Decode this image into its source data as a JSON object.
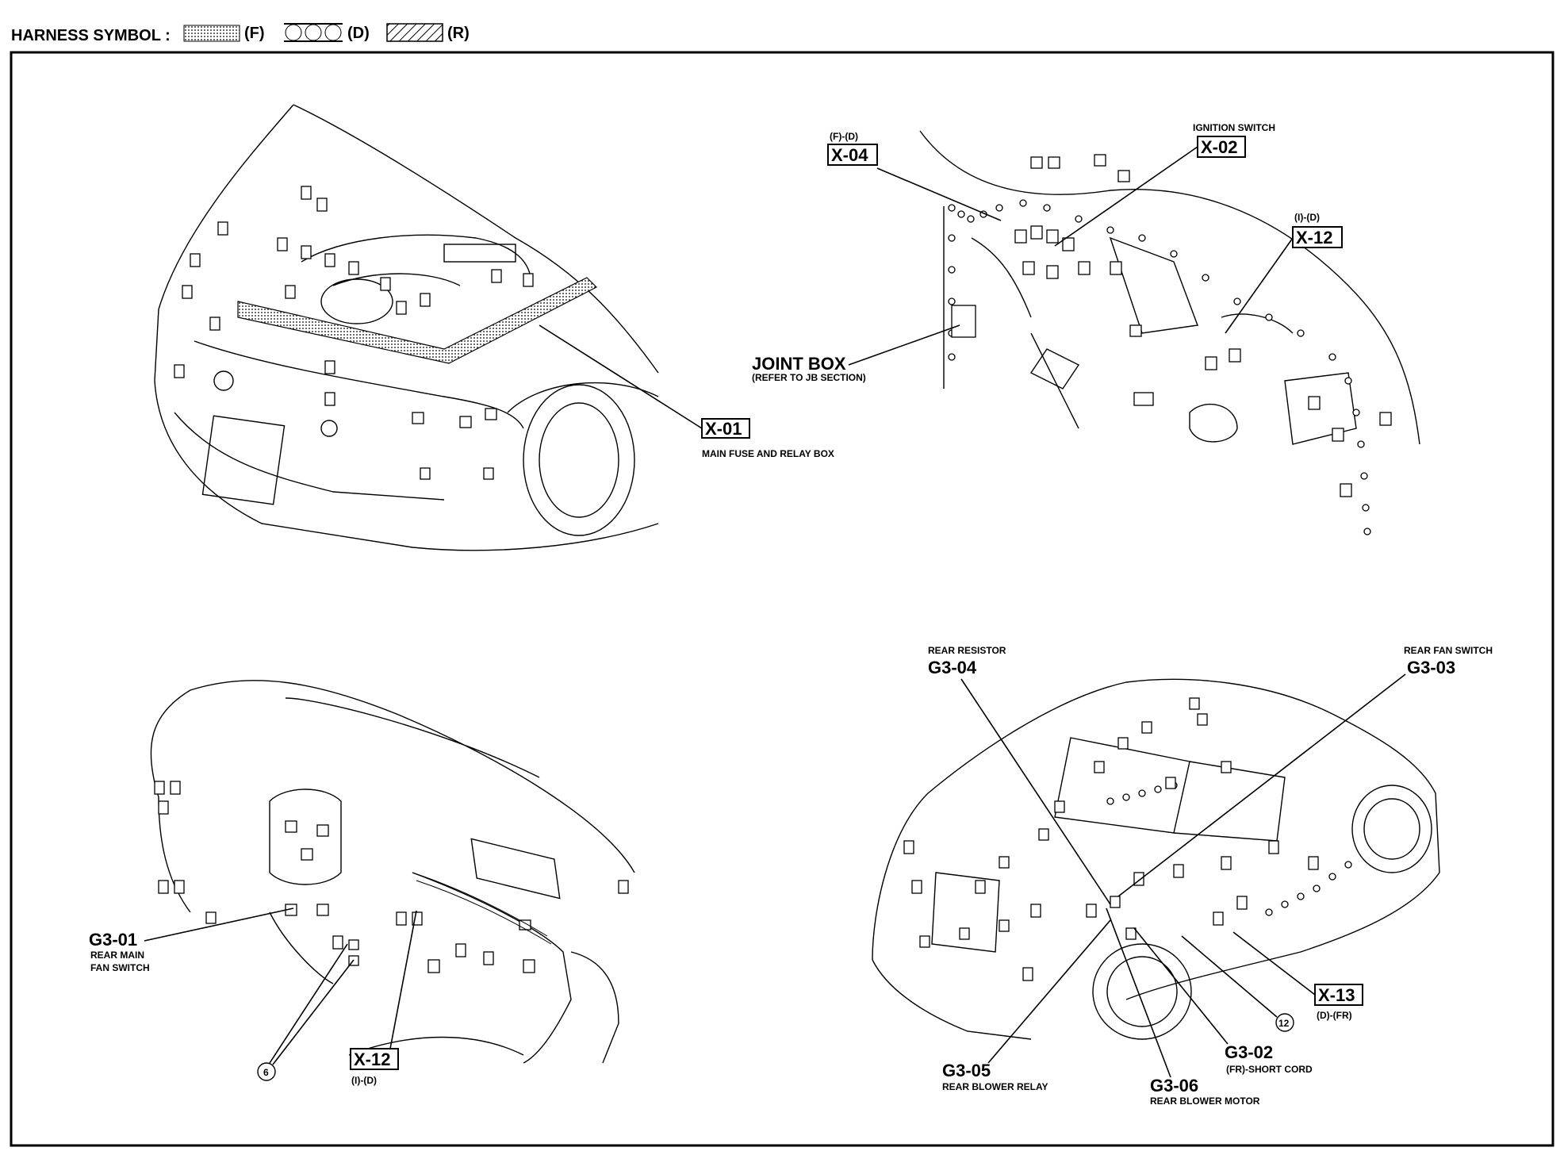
{
  "header": {
    "title": "HARNESS SYMBOL :",
    "legend": [
      {
        "code": "(F)",
        "pattern": "dotted"
      },
      {
        "code": "(D)",
        "pattern": "circles"
      },
      {
        "code": "(R)",
        "pattern": "hatched"
      }
    ]
  },
  "labels": {
    "x01": {
      "code": "X-01",
      "desc": "MAIN FUSE AND RELAY BOX"
    },
    "x04": {
      "code": "X-04",
      "spec": "(F)-(D)"
    },
    "x02": {
      "code": "X-02",
      "title": "IGNITION SWITCH"
    },
    "x12_top": {
      "code": "X-12",
      "spec": "(I)-(D)"
    },
    "joint_box": {
      "title": "JOINT BOX",
      "desc": "(REFER TO JB SECTION)"
    },
    "g3_01": {
      "code": "G3-01",
      "desc1": "REAR MAIN",
      "desc2": "FAN SWITCH"
    },
    "ref6": {
      "num": "6"
    },
    "x12_bottom": {
      "code": "X-12",
      "spec": "(I)-(D)"
    },
    "g3_04": {
      "code": "G3-04",
      "title": "REAR RESISTOR"
    },
    "g3_03": {
      "code": "G3-03",
      "title": "REAR FAN SWITCH"
    },
    "x13": {
      "code": "X-13",
      "spec": "(D)-(FR)"
    },
    "ref12": {
      "num": "12"
    },
    "g3_02": {
      "code": "G3-02",
      "desc": "(FR)-SHORT CORD"
    },
    "g3_05": {
      "code": "G3-05",
      "desc": "REAR BLOWER RELAY"
    },
    "g3_06": {
      "code": "G3-06",
      "desc": "REAR BLOWER MOTOR"
    }
  }
}
